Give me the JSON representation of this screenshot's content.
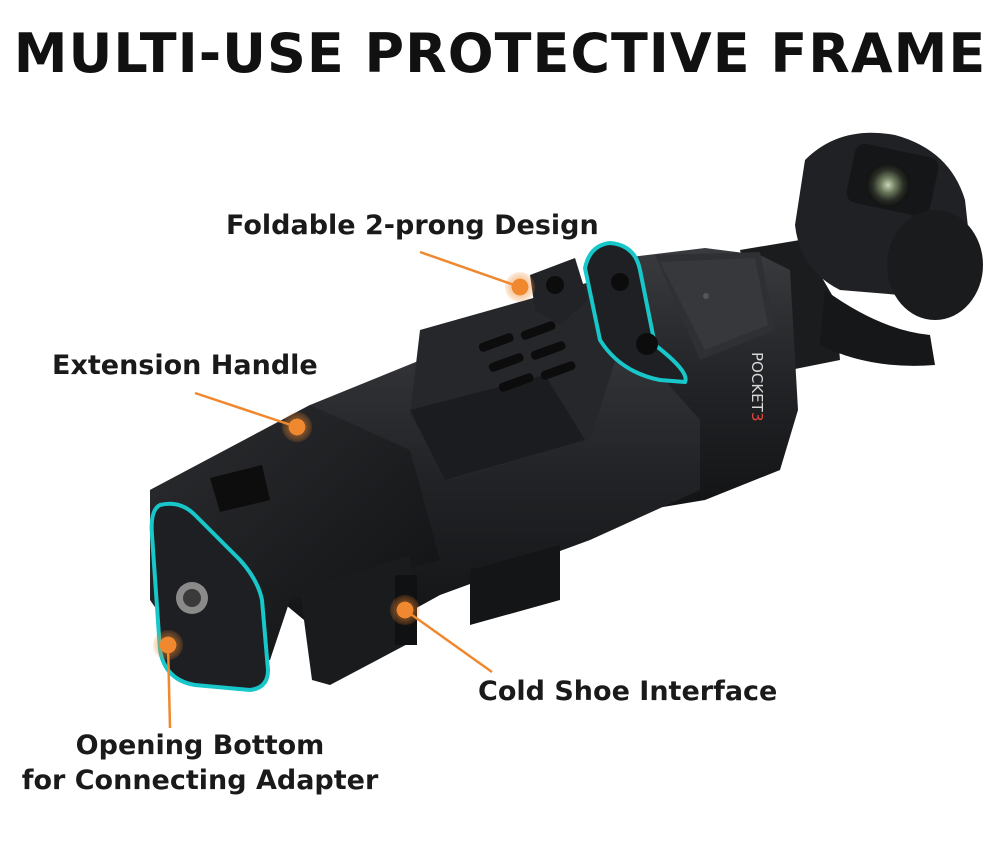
{
  "title": "MULTI-USE PROTECTIVE FRAME",
  "labels": {
    "foldable": "Foldable 2-prong Design",
    "extension": "Extension Handle",
    "cold_shoe": "Cold Shoe Interface",
    "opening_line1": "Opening Bottom",
    "opening_line2": "for Connecting Adapter"
  },
  "device_text": {
    "model": "POCKET",
    "model_number": "3"
  },
  "colors": {
    "frame": "#1c1d1f",
    "accent_outline": "#17c7c9",
    "callout": "#f0882f"
  }
}
